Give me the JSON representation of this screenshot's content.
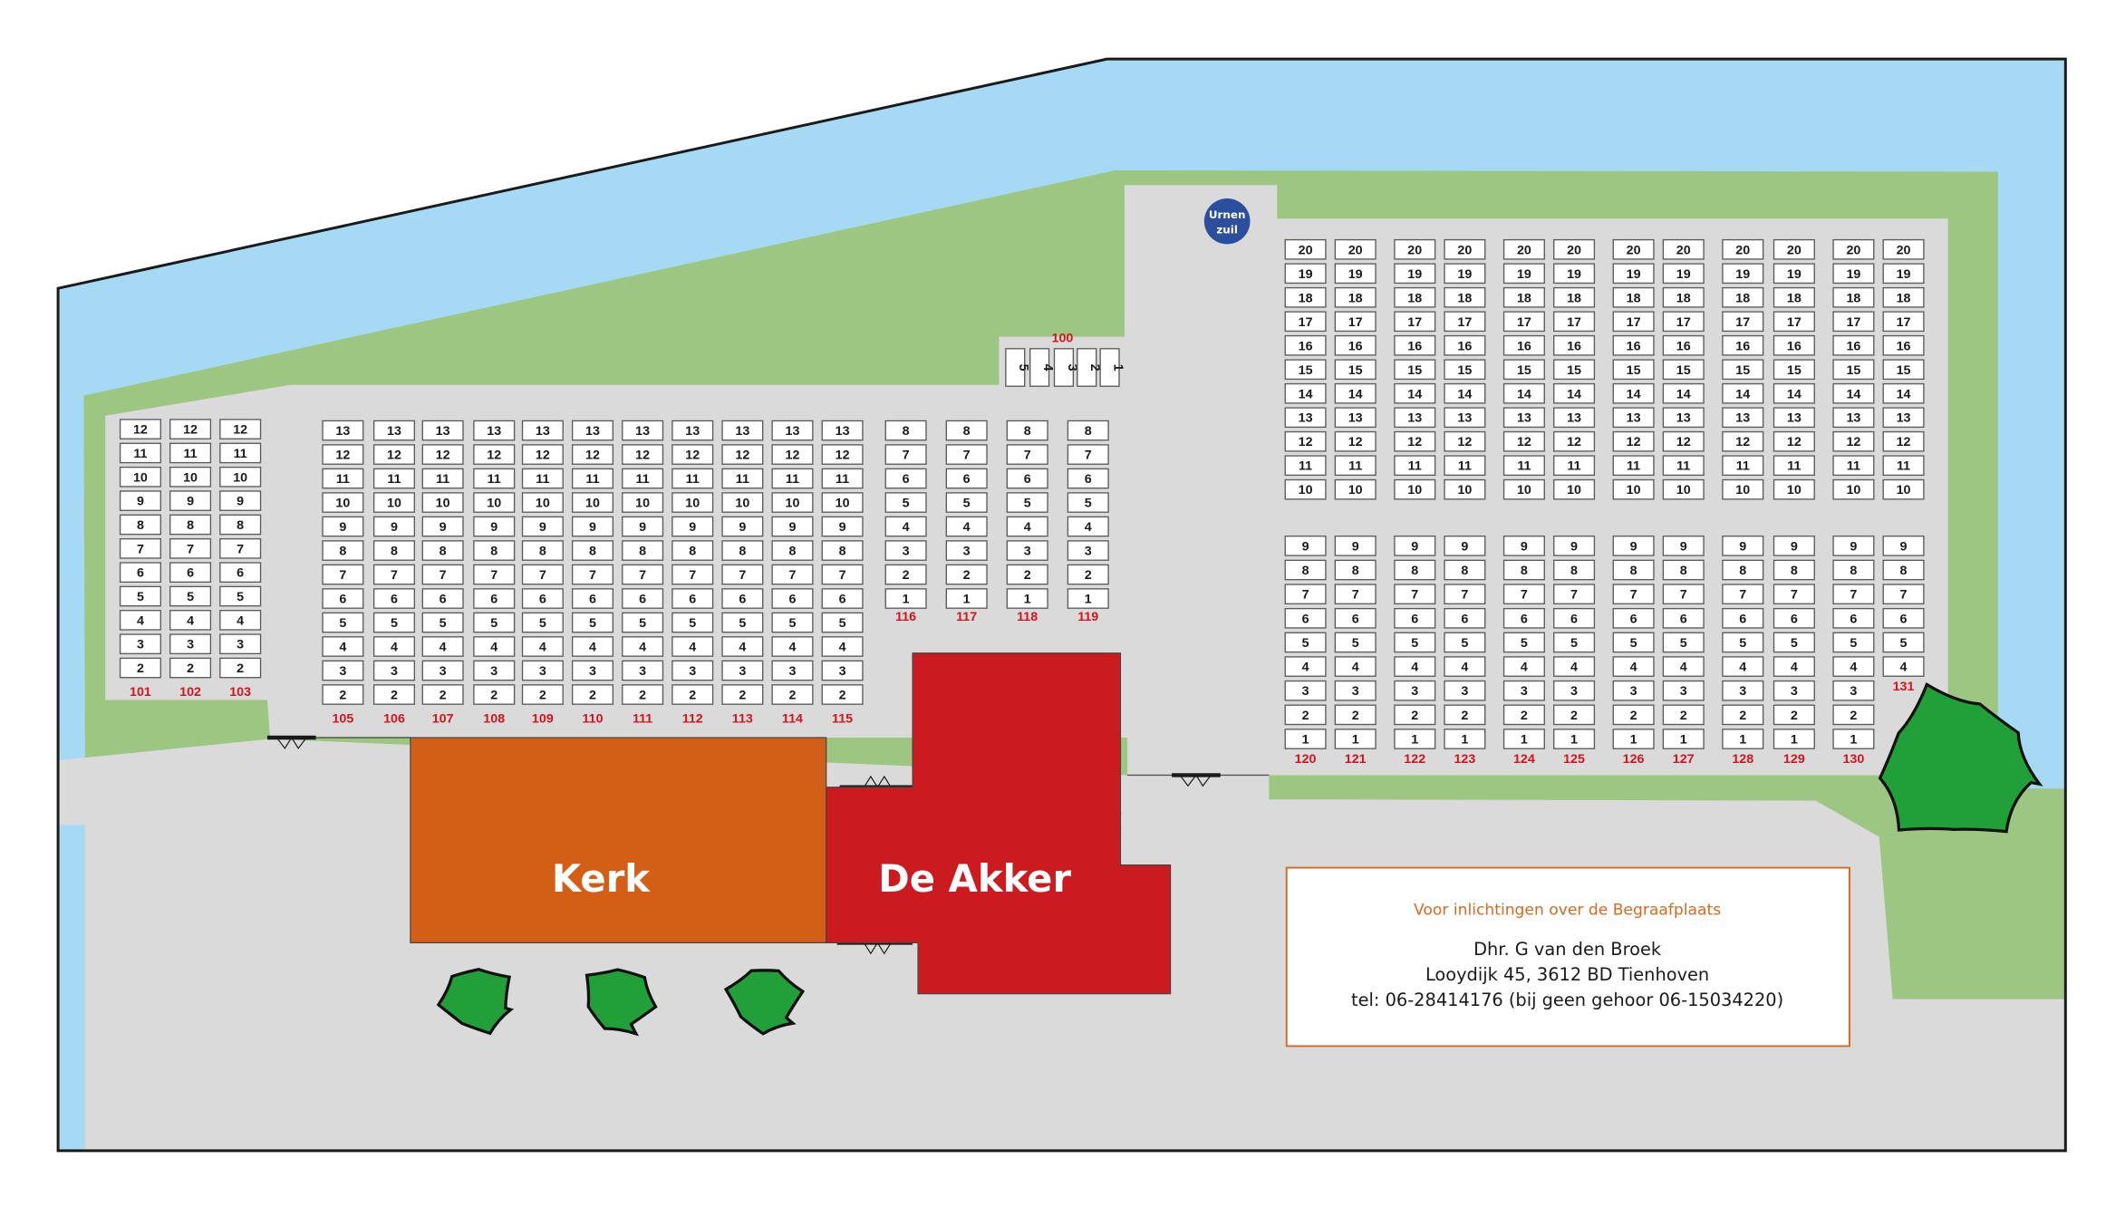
{
  "buildings": {
    "church": "Kerk",
    "hall": "De Akker"
  },
  "urn_column": {
    "line1": "Urnen",
    "line2": "zuil"
  },
  "info": {
    "heading": "Voor inlichtingen over de Begraafplaats",
    "name": "Dhr. G van den Broek",
    "address": "Looydijk 45, 3612 BD  Tienhoven",
    "phone": "tel: 06-28414176 (bij geen gehoor 06-15034220)"
  },
  "colors": {
    "water": "#a6daf4",
    "grass": "#9dc682",
    "path": "#dadada",
    "church": "#d35f17",
    "hall": "#cc1b1f",
    "urn": "#2b4e9d",
    "tree": "#21a03a",
    "label_red": "#d4141c",
    "info_orange": "#d9691f"
  },
  "sections": [
    {
      "id": "100",
      "from": 1,
      "to": 5
    },
    {
      "id": "101",
      "from": 2,
      "to": 12
    },
    {
      "id": "102",
      "from": 2,
      "to": 12
    },
    {
      "id": "103",
      "from": 2,
      "to": 12
    },
    {
      "id": "105",
      "from": 2,
      "to": 13
    },
    {
      "id": "106",
      "from": 2,
      "to": 13
    },
    {
      "id": "107",
      "from": 2,
      "to": 13
    },
    {
      "id": "108",
      "from": 2,
      "to": 13
    },
    {
      "id": "109",
      "from": 2,
      "to": 13
    },
    {
      "id": "110",
      "from": 2,
      "to": 13
    },
    {
      "id": "111",
      "from": 2,
      "to": 13
    },
    {
      "id": "112",
      "from": 2,
      "to": 13
    },
    {
      "id": "113",
      "from": 2,
      "to": 13
    },
    {
      "id": "114",
      "from": 2,
      "to": 13
    },
    {
      "id": "115",
      "from": 2,
      "to": 13
    },
    {
      "id": "116",
      "from": 1,
      "to": 8
    },
    {
      "id": "117",
      "from": 1,
      "to": 8
    },
    {
      "id": "118",
      "from": 1,
      "to": 8
    },
    {
      "id": "119",
      "from": 1,
      "to": 8
    },
    {
      "id": "120",
      "from": 1,
      "to": 20
    },
    {
      "id": "121",
      "from": 1,
      "to": 20
    },
    {
      "id": "122",
      "from": 1,
      "to": 20
    },
    {
      "id": "123",
      "from": 1,
      "to": 20
    },
    {
      "id": "124",
      "from": 1,
      "to": 20
    },
    {
      "id": "125",
      "from": 1,
      "to": 20
    },
    {
      "id": "126",
      "from": 1,
      "to": 20
    },
    {
      "id": "127",
      "from": 1,
      "to": 20
    },
    {
      "id": "128",
      "from": 1,
      "to": 20
    },
    {
      "id": "129",
      "from": 1,
      "to": 20
    },
    {
      "id": "130",
      "from": 1,
      "to": 20
    },
    {
      "id": "131",
      "from": 4,
      "to": 20
    }
  ]
}
